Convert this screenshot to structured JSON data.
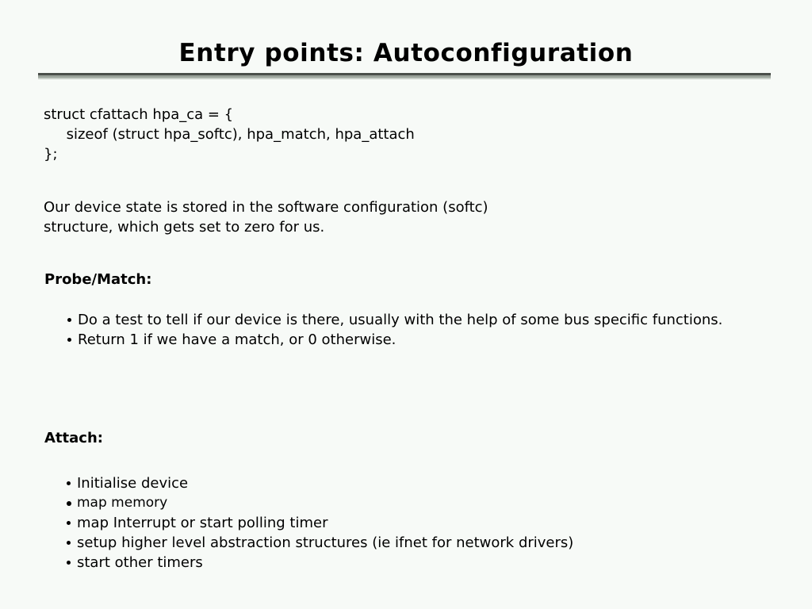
{
  "slide": {
    "title": "Entry points: Autoconfiguration",
    "code_block": "struct cfattach hpa_ca = {\n     sizeof (struct hpa_softc), hpa_match, hpa_attach\n};",
    "paragraph": {
      "line1": "Our device state is stored in the software configuration (softc)",
      "line2": "structure, which gets set to zero for us."
    },
    "sections": [
      {
        "heading": "Probe/Match:",
        "bullets": [
          "Do a test to tell if our device is there, usually with the help of some bus specific functions.",
          "Return 1 if we have a match, or 0 otherwise."
        ]
      },
      {
        "heading": "Attach:",
        "bullets": [
          "Initialise device",
          "map memory",
          "map Interrupt or start polling timer",
          "setup higher level abstraction structures (ie ifnet for network drivers)",
          "start other timers"
        ]
      }
    ],
    "colors": {
      "background": "#f7faf7",
      "text": "#000000",
      "rule_dark": "#4a4f4a",
      "rule_mid": "#9aa39a",
      "rule_light": "#c9d0c9"
    }
  }
}
